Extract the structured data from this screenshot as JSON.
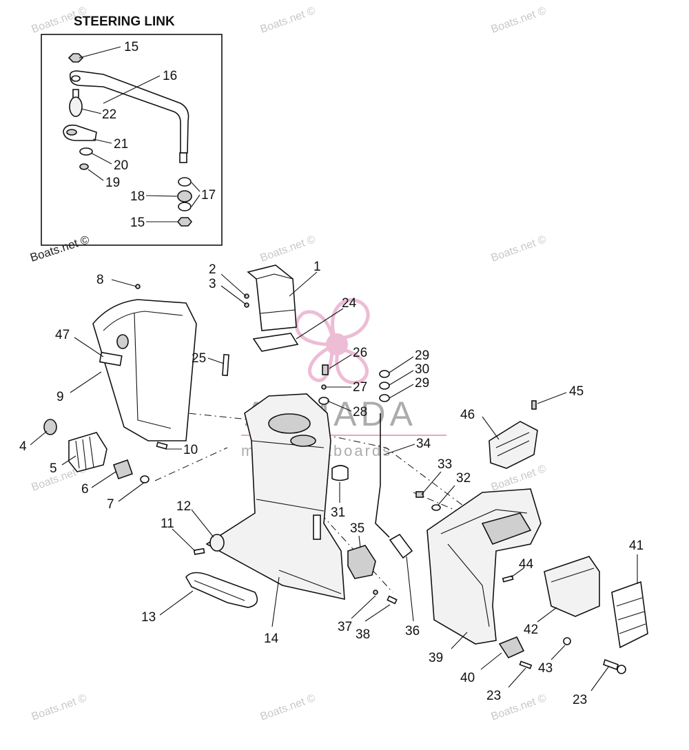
{
  "inset": {
    "title": "STEERING LINK"
  },
  "watermark": {
    "text": "Boats.net ©"
  },
  "logo": {
    "name": "ARMADA",
    "tagline": "marine outboards",
    "accent_color": "#e8a6c8"
  },
  "callouts": [
    "15",
    "16",
    "22",
    "21",
    "20",
    "19",
    "18",
    "17",
    "15",
    "1",
    "2",
    "3",
    "8",
    "24",
    "47",
    "25",
    "26",
    "29",
    "30",
    "29",
    "27",
    "28",
    "9",
    "45",
    "46",
    "4",
    "5",
    "10",
    "34",
    "6",
    "7",
    "33",
    "32",
    "31",
    "12",
    "11",
    "35",
    "44",
    "41",
    "13",
    "14",
    "37",
    "38",
    "36",
    "42",
    "39",
    "43",
    "40",
    "23",
    "23"
  ]
}
